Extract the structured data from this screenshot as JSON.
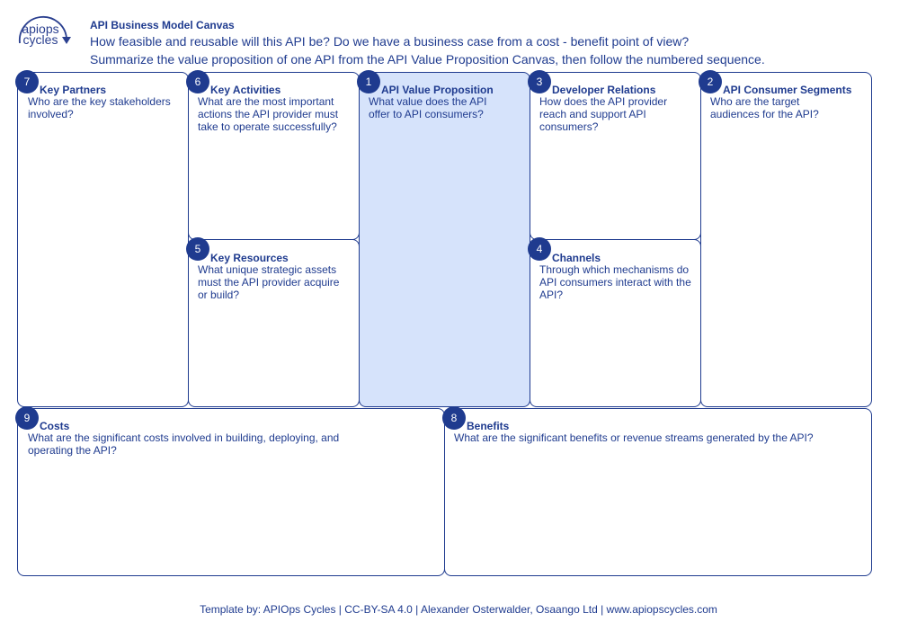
{
  "logo": {
    "line1": "apiops",
    "line2": "cycles"
  },
  "header": {
    "title": "API Business Model Canvas",
    "subtitle_1": "How feasible and reusable will this API be? Do we have a business case from a cost - benefit point of view?",
    "subtitle_2": "Summarize the value proposition of one API from the API Value Proposition Canvas, then follow the numbered sequence."
  },
  "cells": {
    "key_partners": {
      "number": "7",
      "title": "Key Partners",
      "description": "Who are the key stakeholders involved?"
    },
    "key_activities": {
      "number": "6",
      "title": "Key Activities",
      "description": "What are the most important actions the API provider must take to operate successfully?"
    },
    "value_proposition": {
      "number": "1",
      "title": "API Value Proposition",
      "description": "What value does the API offer to API consumers?"
    },
    "developer_relations": {
      "number": "3",
      "title": "Developer Relations",
      "description": "How does the API provider reach and support API consumers?"
    },
    "consumer_segments": {
      "number": "2",
      "title": "API Consumer Segments",
      "description": "Who are the target audiences for the API?"
    },
    "key_resources": {
      "number": "5",
      "title": "Key Resources",
      "description": "What unique strategic assets must the API provider acquire or build?"
    },
    "channels": {
      "number": "4",
      "title": "Channels",
      "description": "Through which mechanisms do API consumers interact with the API?"
    },
    "costs": {
      "number": "9",
      "title": "Costs",
      "description": "What are the significant costs involved in building, deploying, and operating the API?"
    },
    "benefits": {
      "number": "8",
      "title": "Benefits",
      "description": "What are the significant benefits or revenue streams generated by the API?"
    }
  },
  "colors": {
    "accent": "#1f3b8f",
    "highlight": "#d6e3fb"
  },
  "footer": {
    "text": "Template by: APIOps Cycles | CC-BY-SA 4.0 | Alexander Osterwalder, Osaango Ltd | www.apiopscycles.com"
  }
}
